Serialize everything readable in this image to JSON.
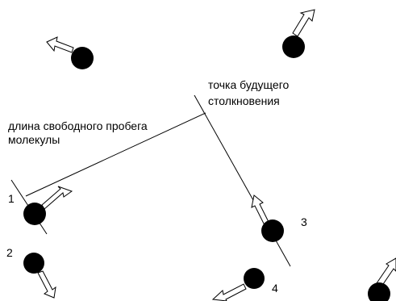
{
  "annotations": {
    "collision_point": [
      "точка будущего",
      "столкновения"
    ],
    "free_path": [
      "длина свободного пробега",
      "молекулы"
    ]
  },
  "molecule_labels": {
    "m1": "1",
    "m2": "2",
    "m3": "3",
    "m4": "4"
  },
  "colors": {
    "molecule": "#000000",
    "line": "#000000",
    "arrow_fill": "#ffffff",
    "background": "#ffffff"
  }
}
